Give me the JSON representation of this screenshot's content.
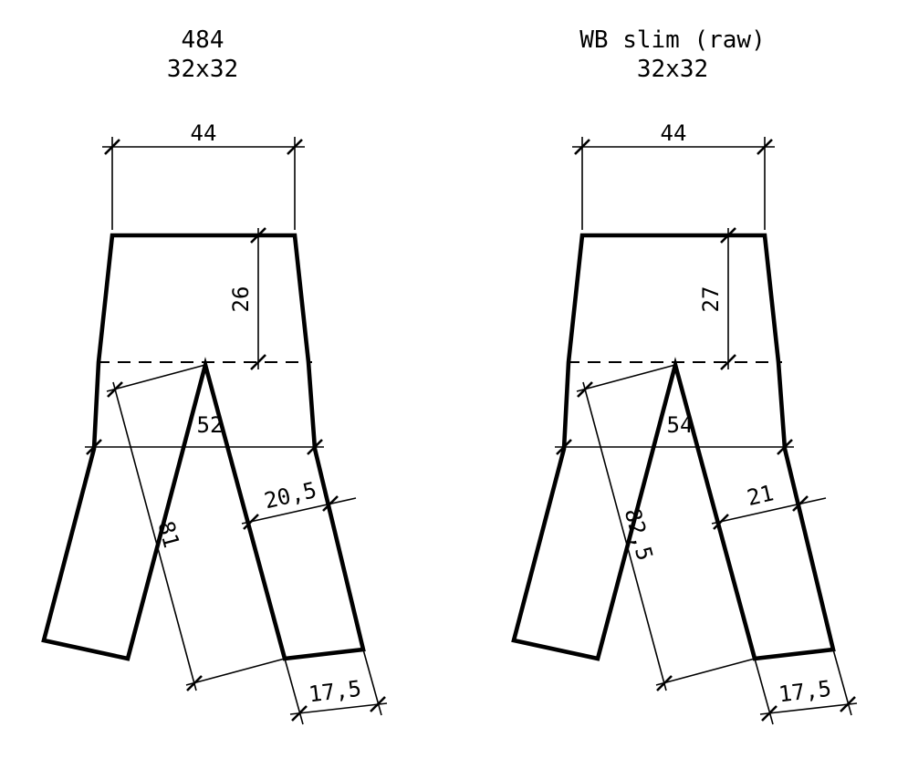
{
  "drawing": {
    "type": "garment-measurement-diagram",
    "garment": "trousers",
    "line_color": "#000000",
    "background_color": "#ffffff"
  },
  "panels": [
    {
      "title": "484",
      "size": "32x32",
      "dimensions": {
        "waist": "44",
        "front_rise": "26",
        "hip": "52",
        "knee": "20,5",
        "inseam": "81",
        "leg_opening": "17,5"
      }
    },
    {
      "title": "WB slim (raw)",
      "size": "32x32",
      "dimensions": {
        "waist": "44",
        "front_rise": "27",
        "hip": "54",
        "knee": "21",
        "inseam": "82,5",
        "leg_opening": "17,5"
      }
    }
  ]
}
